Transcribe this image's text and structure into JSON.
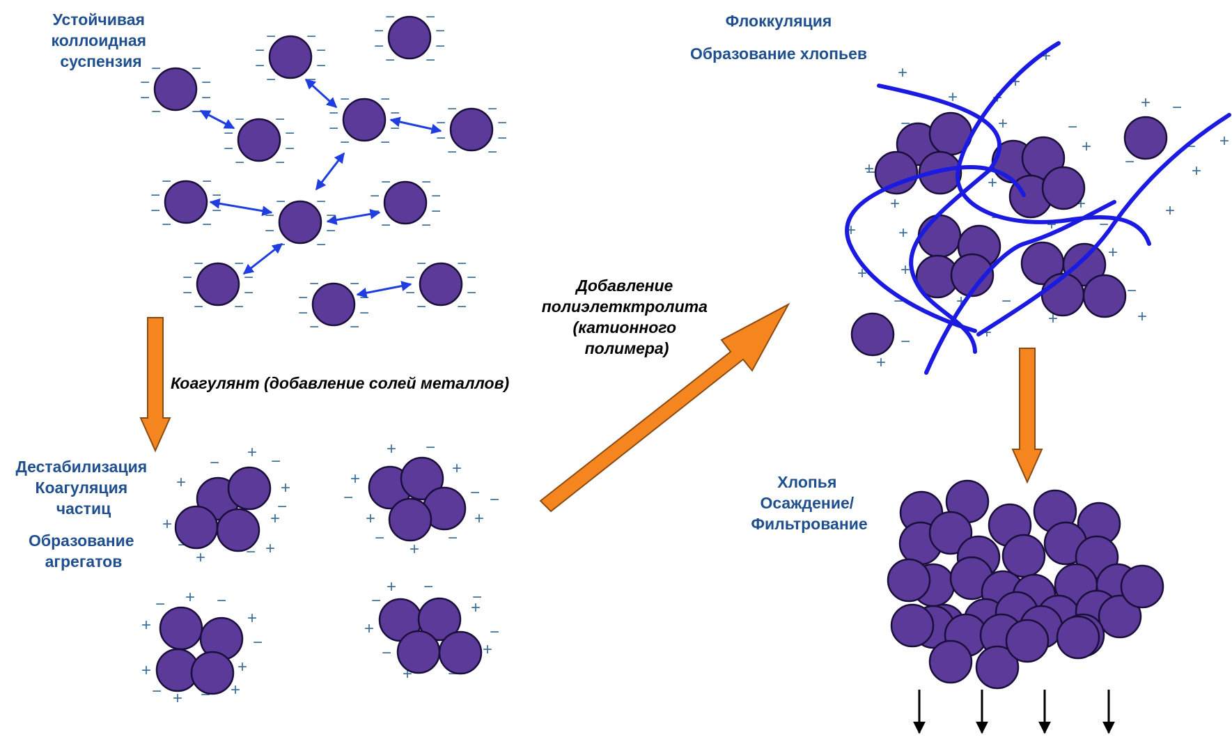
{
  "labels": {
    "stable_suspension": [
      "Устойчивая",
      "коллоидная",
      "суспензия"
    ],
    "coagulant": "Коагулянт (добавление  солей металлов)",
    "destabilization": [
      "Дестабилизация",
      "Коагуляция",
      "частиц"
    ],
    "aggregate_formation": [
      "Образование",
      "агрегатов"
    ],
    "polyelectrolyte": [
      "Добавление",
      "полиэлетктролита",
      "(катионного",
      "полимера)"
    ],
    "flocculation": "Флоккуляция",
    "floc_formation": "Образование хлопьев",
    "flocs_settling": [
      "Хлопья",
      "Осаждение/",
      "Фильтрование"
    ]
  },
  "charges": {
    "negative": "−",
    "positive": "+"
  },
  "colors": {
    "particle": "#5b3a9a",
    "particle_outline": "#1a0f3a",
    "label_text": "#1f4f8f",
    "process_arrow": "#f5861f",
    "repulsion_arrow": "#1e3ee0",
    "polymer_chain": "#1a1ae0",
    "charge_marks": "#3e6f9a"
  }
}
